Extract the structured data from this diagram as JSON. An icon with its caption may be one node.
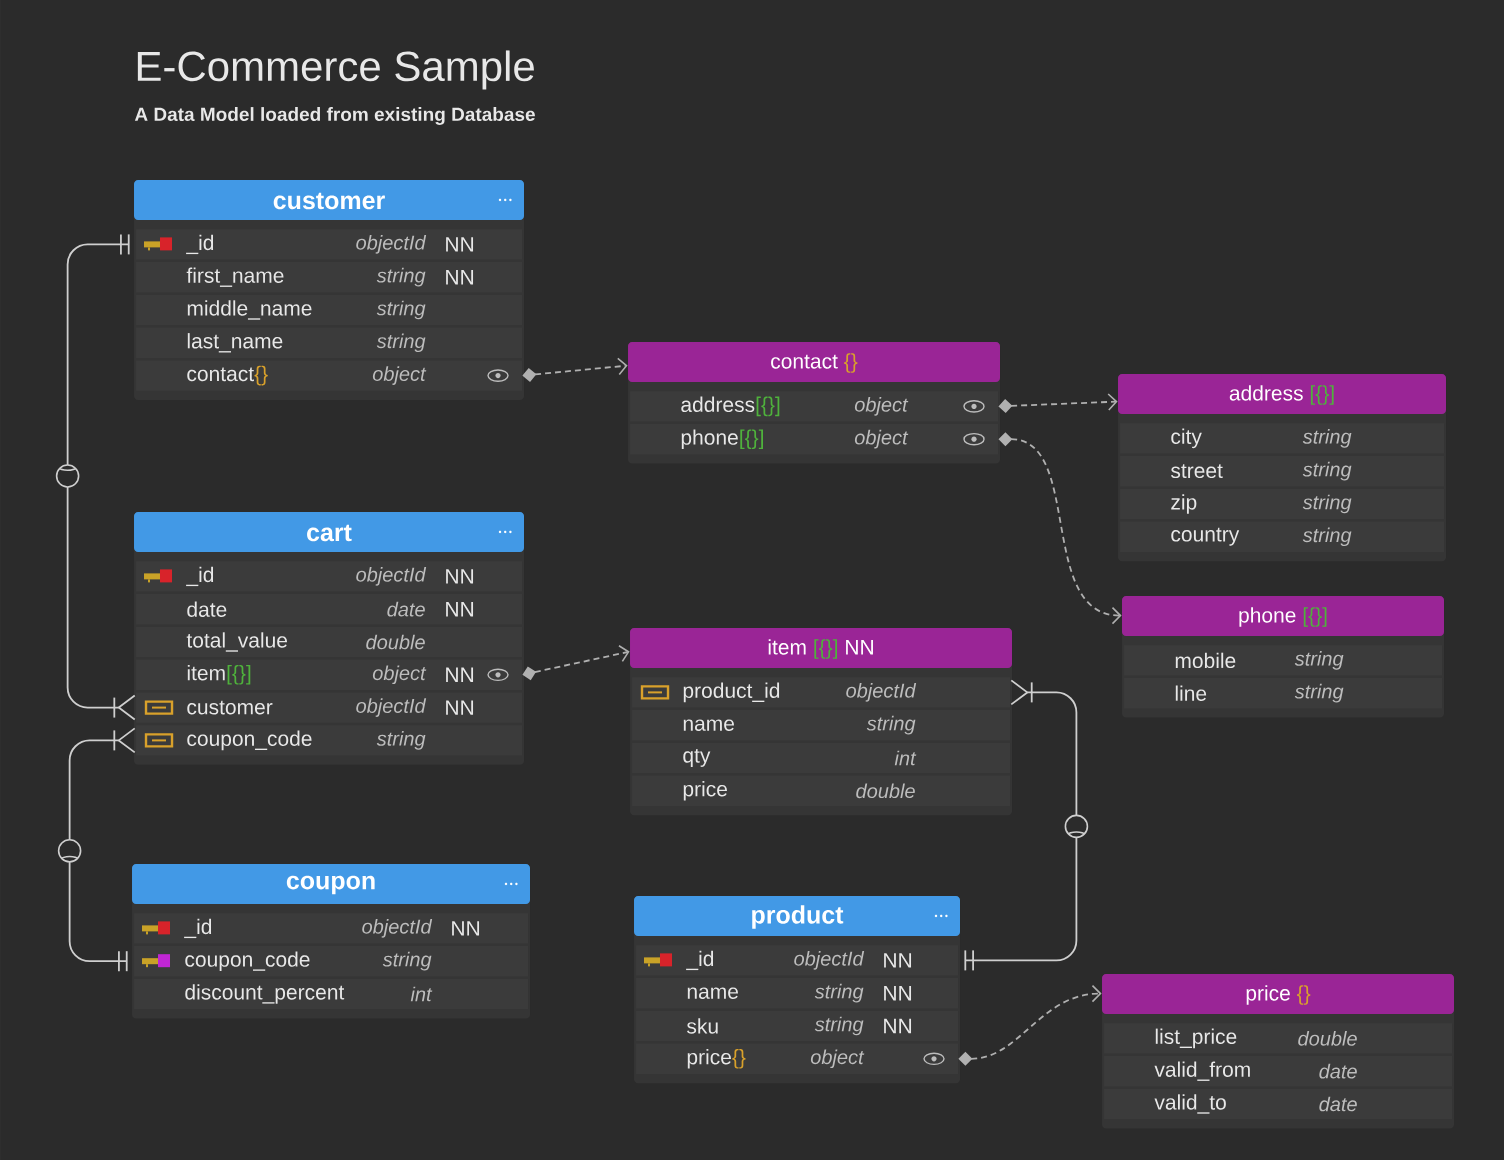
{
  "diagram": {
    "title": "E-Commerce Sample",
    "labels": [
      "A Data Model loaded from existing Database"
    ],
    "nodes": [
      {
        "text": [
          "customer"
        ]
      },
      {
        "text": [
          "_id",
          "objectId",
          "NN"
        ],
        "in": 0
      },
      {
        "text": [
          "first_name",
          "string",
          "NN"
        ],
        "in": 0
      },
      {
        "text": [
          "middle_name",
          "string"
        ],
        "in": 0
      },
      {
        "text": [
          "last_name",
          "string"
        ],
        "in": 0
      },
      {
        "text": [
          "contact",
          "{}",
          "object"
        ],
        "in": 0
      },
      {
        "text": [
          "cart"
        ]
      },
      {
        "text": [
          "_id",
          "objectId",
          "NN"
        ],
        "in": 6
      },
      {
        "text": [
          "date",
          "date",
          "NN"
        ],
        "in": 6
      },
      {
        "text": [
          "total_value",
          "double"
        ],
        "in": 6
      },
      {
        "text": [
          "item",
          "[{}]",
          "object",
          "NN"
        ],
        "in": 6
      },
      {
        "text": [
          "customer",
          "objectId",
          "NN"
        ],
        "in": 6
      },
      {
        "text": [
          "coupon_code",
          "string"
        ],
        "in": 6
      },
      {
        "text": [
          "coupon"
        ]
      },
      {
        "text": [
          "_id",
          "objectId",
          "NN"
        ],
        "in": 13
      },
      {
        "text": [
          "coupon_code",
          "string"
        ],
        "in": 13
      },
      {
        "text": [
          "discount_percent",
          "int"
        ],
        "in": 13
      },
      {
        "text": [
          "contact",
          "{}"
        ]
      },
      {
        "text": [
          "address",
          "[{}]",
          "object"
        ],
        "in": 17
      },
      {
        "text": [
          "phone",
          "[{}]",
          "object"
        ],
        "in": 17
      },
      {
        "text": [
          "item",
          "[{}]",
          "NN"
        ]
      },
      {
        "text": [
          "product_id",
          "objectId"
        ],
        "in": 20
      },
      {
        "text": [
          "name",
          "string"
        ],
        "in": 20
      },
      {
        "text": [
          "qty",
          "int"
        ],
        "in": 20
      },
      {
        "text": [
          "price",
          "double"
        ],
        "in": 20
      },
      {
        "text": [
          "address",
          "[{}]"
        ]
      },
      {
        "text": [
          "city",
          "string"
        ],
        "in": 25
      },
      {
        "text": [
          "street",
          "string"
        ],
        "in": 25
      },
      {
        "text": [
          "zip",
          "string"
        ],
        "in": 25
      },
      {
        "text": [
          "country",
          "string"
        ],
        "in": 25
      },
      {
        "text": [
          "phone",
          "[{}]"
        ]
      },
      {
        "text": [
          "mobile",
          "string"
        ],
        "in": 30
      },
      {
        "text": [
          "line",
          "string"
        ],
        "in": 30
      },
      {
        "text": [
          "product"
        ]
      },
      {
        "text": [
          "_id",
          "objectId",
          "NN"
        ],
        "in": 33
      },
      {
        "text": [
          "name",
          "string",
          "NN"
        ],
        "in": 33
      },
      {
        "text": [
          "sku",
          "string",
          "NN"
        ],
        "in": 33
      },
      {
        "text": [
          "price",
          "{}",
          "object"
        ],
        "in": 33
      },
      {
        "text": [
          "price",
          "{}"
        ]
      },
      {
        "text": [
          "list_price",
          "double"
        ],
        "in": 38
      },
      {
        "text": [
          "valid_from",
          "date"
        ],
        "in": 38
      },
      {
        "text": [
          "valid_to",
          "date"
        ],
        "in": 38
      }
    ],
    "edges": [
      {
        "from": 1,
        "to": 11,
        "arrow": "other"
      },
      {
        "from": 15,
        "to": 12,
        "arrow": "other"
      },
      {
        "from": 34,
        "to": 21,
        "arrow": "other"
      },
      {
        "from": 5,
        "to": 17,
        "arrow": "to",
        "style": "dashed"
      },
      {
        "from": 10,
        "to": 20,
        "arrow": "to",
        "style": "dashed"
      },
      {
        "from": 18,
        "to": 25,
        "arrow": "to",
        "style": "dashed"
      },
      {
        "from": 19,
        "to": 30,
        "arrow": "to",
        "style": "dashed"
      },
      {
        "from": 37,
        "to": 38,
        "arrow": "to",
        "style": "dashed"
      }
    ]
  }
}
